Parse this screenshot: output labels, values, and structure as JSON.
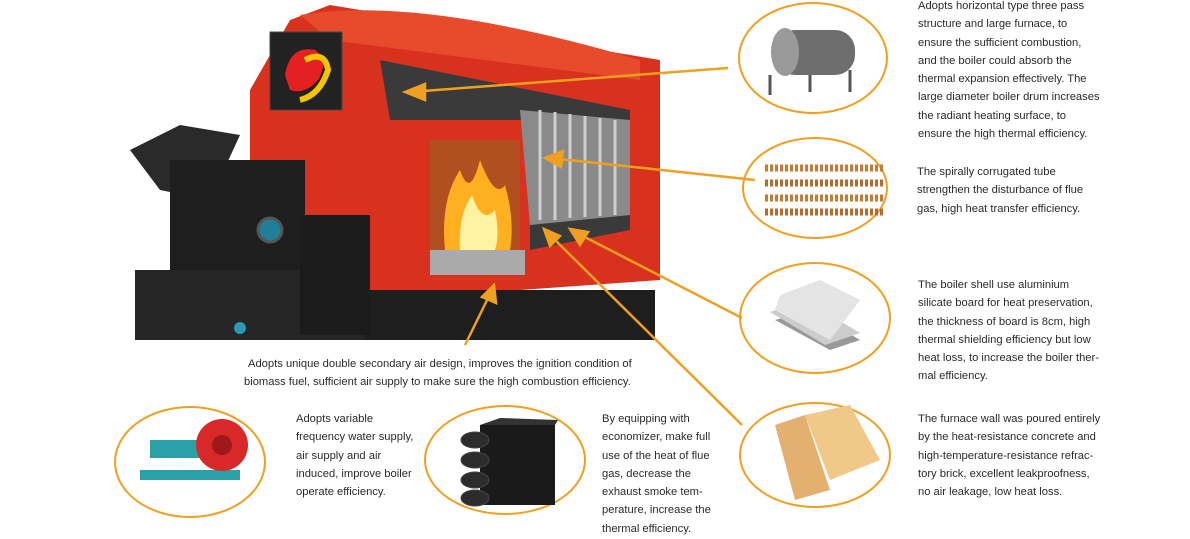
{
  "callouts": {
    "drum": [
      "Adopts horizontal type three pass",
      "structure and large furnace, to",
      "ensure the sufficient combustion,",
      "and the boiler could absorb the",
      "thermal expansion effectively. The",
      "large diameter boiler drum increases",
      "the radiant heating surface, to",
      "ensure the high thermal efficiency."
    ],
    "tube": [
      "The spirally corrugated tube",
      "strengthen the disturbance of flue",
      "gas, high heat transfer efficiency."
    ],
    "shell": [
      "The boiler shell use aluminium",
      "silicate board for heat preservation,",
      "the thickness of board is 8cm, high",
      "thermal shielding efficiency but low",
      "heat loss, to increase the boiler ther-",
      "mal efficiency."
    ],
    "wall": [
      "The furnace wall was poured entirely",
      "by the heat-resistance concrete and",
      "high-temperature-resistance refrac-",
      "tory brick, excellent leakproofness,",
      "no air leakage, low heat loss."
    ],
    "air": [
      "Adopts unique double secondary air design, improves the ignition condition of",
      "biomass fuel, sufficient air supply to make sure the high combustion efficiency."
    ],
    "fan": [
      "Adopts variable",
      "frequency water supply,",
      "air supply and air",
      "induced, improve boiler",
      "operate efficiency."
    ],
    "economizer": [
      "By equipping with",
      "economizer, make full",
      "use of the heat of flue",
      "gas, decrease the",
      "exhaust smoke tem-",
      "perature, increase the",
      "thermal efficiency."
    ]
  },
  "colors": {
    "accent": "#f0a020",
    "boiler_red": "#e0301e",
    "dark": "#1e1e1e"
  }
}
